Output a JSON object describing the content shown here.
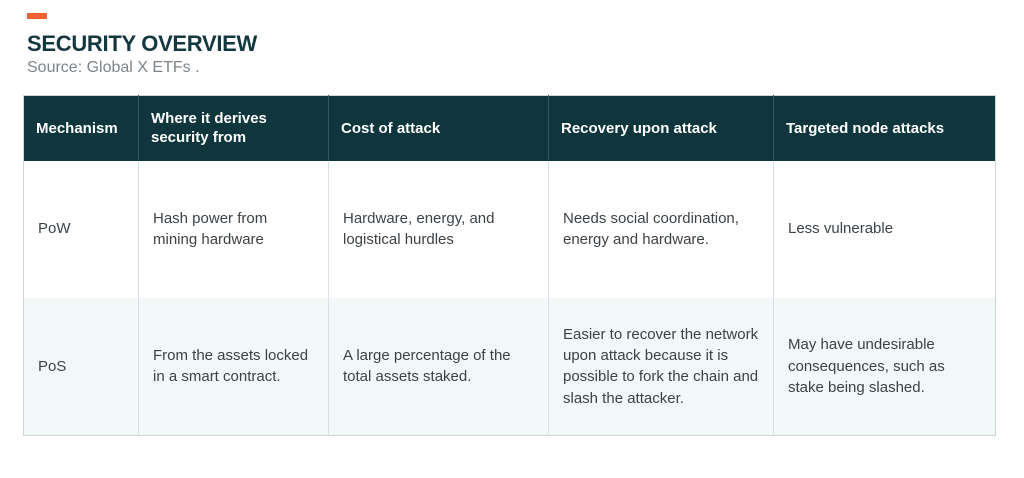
{
  "page": {
    "title": "SECURITY OVERVIEW",
    "source": "Source: Global X ETFs .",
    "accent_color": "#f16232",
    "header_bg_color": "#0e363c",
    "title_color": "#14383f",
    "alt_row_bg_color": "#f2f7f8"
  },
  "table": {
    "columns": [
      "Mechanism",
      "Where it derives security from",
      "Cost of attack",
      "Recovery upon attack",
      "Targeted node attacks"
    ],
    "rows": [
      {
        "cells": [
          "PoW",
          "Hash power from mining hardware",
          "Hardware, energy, and logistical hurdles",
          "Needs social coordination, energy and hardware.",
          "Less vulnerable"
        ]
      },
      {
        "cells": [
          "PoS",
          "From the assets locked in a smart contract.",
          "A large percentage of the total assets staked.",
          "Easier to recover the network upon attack because it is possible to fork the chain and slash the attacker.",
          "May have undesirable consequences, such as stake being slashed."
        ]
      }
    ]
  }
}
